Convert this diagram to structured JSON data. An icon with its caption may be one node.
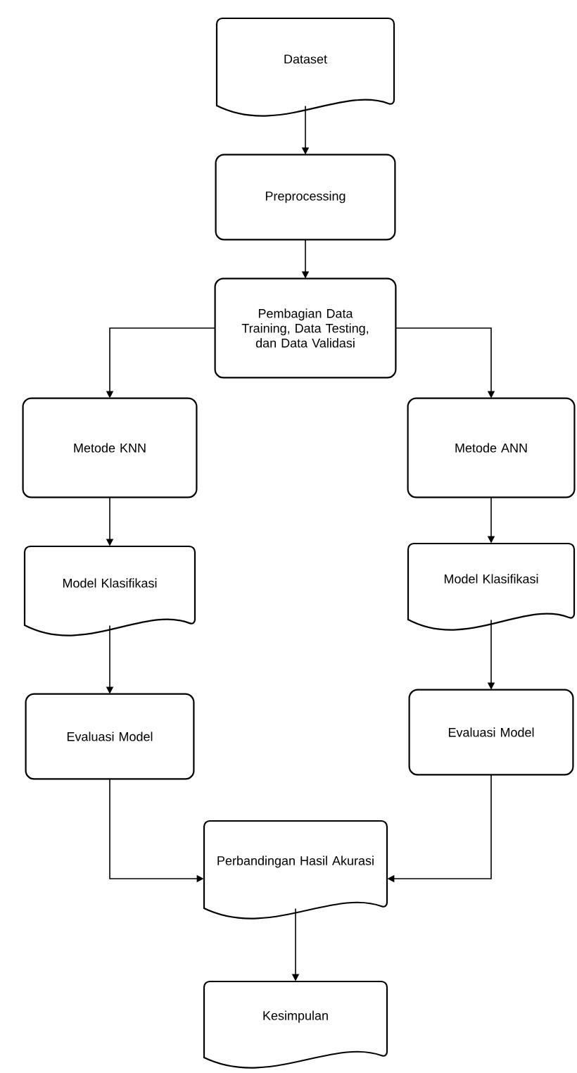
{
  "diagram": {
    "nodes": [
      {
        "text": [
          "Dataset"
        ]
      },
      {
        "text": [
          "Preprocessing"
        ]
      },
      {
        "text": [
          "Pembagian Data Training, Data Testing, dan Data Validasi"
        ]
      },
      {
        "text": [
          "Metode KNN"
        ]
      },
      {
        "text": [
          "Metode ANN"
        ]
      },
      {
        "text": [
          "Model Klasifikasi"
        ]
      },
      {
        "text": [
          "Model Klasifikasi"
        ]
      },
      {
        "text": [
          "Evaluasi Model"
        ]
      },
      {
        "text": [
          "Evaluasi Model"
        ]
      },
      {
        "text": [
          "Perbandingan Hasil Akurasi"
        ]
      },
      {
        "text": [
          "Kesimpulan"
        ]
      }
    ],
    "edges": [
      {
        "from": 0,
        "to": 1,
        "arrow": "to"
      },
      {
        "from": 1,
        "to": 2,
        "arrow": "to"
      },
      {
        "from": 2,
        "to": 3,
        "arrow": "to"
      },
      {
        "from": 2,
        "to": 4,
        "arrow": "to"
      },
      {
        "from": 3,
        "to": 5,
        "arrow": "to"
      },
      {
        "from": 5,
        "to": 7,
        "arrow": "to"
      },
      {
        "from": 4,
        "to": 6,
        "arrow": "to"
      },
      {
        "from": 6,
        "to": 8,
        "arrow": "to"
      },
      {
        "from": 7,
        "to": 9,
        "arrow": "to"
      },
      {
        "from": 8,
        "to": 9,
        "arrow": "to"
      },
      {
        "from": 9,
        "to": 10,
        "arrow": "to"
      }
    ]
  }
}
